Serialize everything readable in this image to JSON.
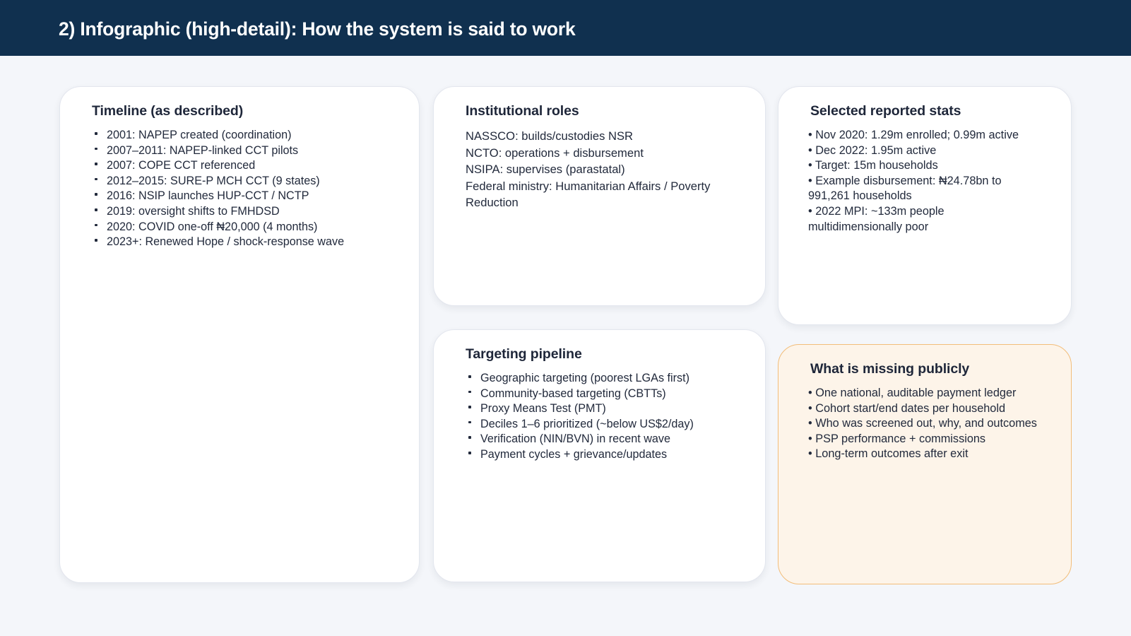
{
  "header": {
    "title": "2) Infographic (high-detail): How the system is said to work",
    "background_color": "#10304f",
    "text_color": "#ffffff"
  },
  "page": {
    "background_color": "#f4f6fa",
    "card_background": "#ffffff",
    "card_border": "#e3e6ee",
    "accent_background": "#fdf4e9",
    "accent_border": "#f2bd79",
    "text_color": "#222a3c",
    "title_color": "#1e2639"
  },
  "cards": {
    "timeline": {
      "title": "Timeline (as described)",
      "style": "plain",
      "bullet_style": "marker",
      "items": [
        "2001: NAPEP created (coordination)",
        "2007–2011: NAPEP-linked CCT pilots",
        "2007: COPE CCT referenced",
        "2012–2015: SURE-P MCH CCT (9 states)",
        "2016: NSIP launches HUP-CCT / NCTP",
        "2019: oversight shifts to FMHDSD",
        "2020: COVID one-off ₦20,000 (4 months)",
        "2023+: Renewed Hope / shock-response wave"
      ]
    },
    "institutional_roles": {
      "title": "Institutional roles",
      "style": "plain",
      "bullet_style": "none",
      "lines": [
        "NASSCO: builds/custodies NSR",
        "NCTO: operations + disbursement",
        "NSIPA: supervises (parastatal)",
        "Federal ministry: Humanitarian Affairs / Poverty Reduction"
      ]
    },
    "selected_reported_stats": {
      "title": "Selected reported stats",
      "style": "plain",
      "bullet_style": "inline",
      "items": [
        "• Nov 2020: 1.29m enrolled; 0.99m active",
        "• Dec 2022: 1.95m active",
        "• Target: 15m households",
        "• Example disbursement: ₦24.78bn to 991,261 households",
        "• 2022 MPI: ~133m people multidimensionally poor"
      ]
    },
    "targeting_pipeline": {
      "title": "Targeting pipeline",
      "style": "plain",
      "bullet_style": "marker",
      "items": [
        "Geographic targeting (poorest LGAs first)",
        "Community-based targeting (CBTTs)",
        "Proxy Means Test (PMT)",
        "Deciles 1–6 prioritized (~below US$2/day)",
        "Verification (NIN/BVN) in recent wave",
        "Payment cycles + grievance/updates"
      ]
    },
    "what_is_missing_publicly": {
      "title": "What is missing publicly",
      "style": "accent",
      "bullet_style": "inline",
      "items": [
        "• One national, auditable payment ledger",
        "• Cohort start/end dates per household",
        "• Who was screened out, why, and outcomes",
        "• PSP performance + commissions",
        "• Long-term outcomes after exit"
      ]
    }
  }
}
